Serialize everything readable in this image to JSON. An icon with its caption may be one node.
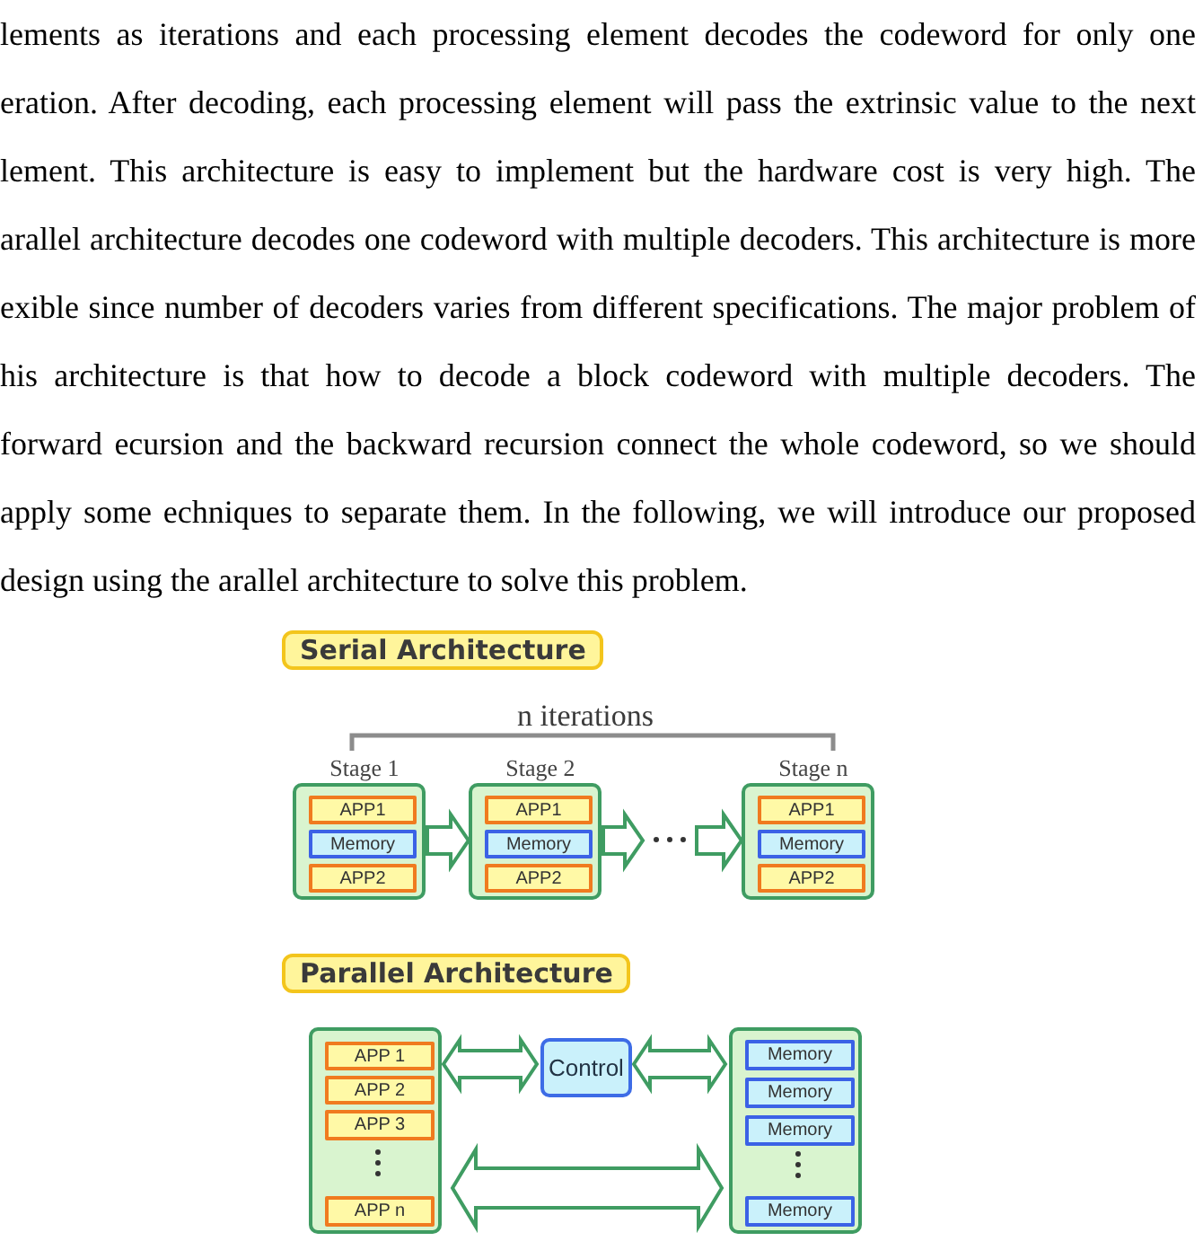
{
  "diagram": {
    "nodes": [
      {
        "text": [
          "Serial Architecture"
        ]
      },
      {
        "text": [
          "Stage 1"
        ]
      },
      {
        "text": [
          "APP1"
        ],
        "in": 1
      },
      {
        "text": [
          "Memory"
        ],
        "in": 1
      },
      {
        "text": [
          "APP2"
        ],
        "in": 1
      },
      {
        "text": [
          "Stage 2"
        ]
      },
      {
        "text": [
          "APP1"
        ],
        "in": 5
      },
      {
        "text": [
          "Memory"
        ],
        "in": 5
      },
      {
        "text": [
          "APP2"
        ],
        "in": 5
      },
      {
        "text": [],
        "shape": "dots"
      },
      {
        "text": [
          "Stage n"
        ]
      },
      {
        "text": [
          "APP1"
        ],
        "in": 10
      },
      {
        "text": [
          "Memory"
        ],
        "in": 10
      },
      {
        "text": [
          "APP2"
        ],
        "in": 10
      },
      {
        "text": [
          "Parallel Architecture"
        ]
      },
      {
        "text": [],
        "shape": "box"
      },
      {
        "text": [
          "APP 1"
        ],
        "in": 15
      },
      {
        "text": [
          "APP 2"
        ],
        "in": 15
      },
      {
        "text": [
          "APP 3"
        ],
        "in": 15
      },
      {
        "text": [
          "APP n"
        ],
        "in": 15
      },
      {
        "text": [
          "Control"
        ]
      },
      {
        "text": [],
        "shape": "box"
      },
      {
        "text": [
          "Memory"
        ],
        "in": 21
      },
      {
        "text": [
          "Memory"
        ],
        "in": 21
      },
      {
        "text": [
          "Memory"
        ],
        "in": 21
      },
      {
        "text": [
          "Memory"
        ],
        "in": 21
      }
    ],
    "edges": [
      {
        "from": 1,
        "to": 5,
        "arrow": "to"
      },
      {
        "from": 5,
        "to": 9,
        "arrow": "to"
      },
      {
        "from": 9,
        "to": 10,
        "arrow": "to"
      },
      {
        "from": 15,
        "to": 20,
        "arrow": "both"
      },
      {
        "from": 20,
        "to": 21,
        "arrow": "both"
      },
      {
        "from": 15,
        "to": 21,
        "arrow": "both"
      }
    ],
    "labels": [
      "lements as iterations and each processing element decodes the codeword for only one eration. After decoding, each processing element will pass the extrinsic value to the next lement. This architecture is easy to implement but the hardware cost is very high. The arallel architecture decodes one codeword with multiple decoders. This architecture is more exible since number of decoders varies from different specifications. The major problem of his architecture is that how to decode a block codeword with multiple decoders. The forward ecursion and the backward recursion connect the whole codeword, so we should apply some echniques to separate them. In the following, we will introduce our proposed design using the arallel architecture to solve this problem.",
      "n iterations"
    ]
  }
}
